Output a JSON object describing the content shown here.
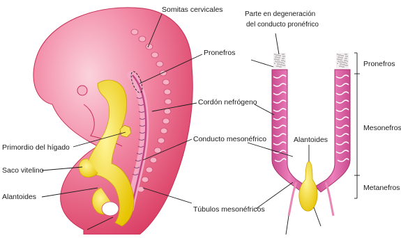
{
  "labels": {
    "somitas_cervicales": "Somitas cervicales",
    "parte_degeneracion_1": "Parte en degeneración",
    "parte_degeneracion_2": "del conducto pronéfrico",
    "pronefros": "Pronefros",
    "cordon_nefrogeno": "Cordón nefrógeno",
    "primordio_higado": "Primordio del hígado",
    "conducto_mesonefrico": "Conducto mesonéfrico",
    "saco_vitelino": "Saco vitelino",
    "alantoides_left": "Alantoides",
    "tubulos_mesonefricos": "Túbulos mesonéfricos",
    "alantoides_right": "Alantoides",
    "bracket_pronefros": "Pronefros",
    "bracket_mesonefros": "Mesonefros",
    "bracket_metanefros": "Metanefros"
  },
  "colors": {
    "embryo_pink": "#e8567c",
    "embryo_light": "#f7b3c6",
    "yolk_yellow": "#f2dc1e",
    "duct_pink": "#d9559a",
    "tubule_white": "#ffffff"
  }
}
